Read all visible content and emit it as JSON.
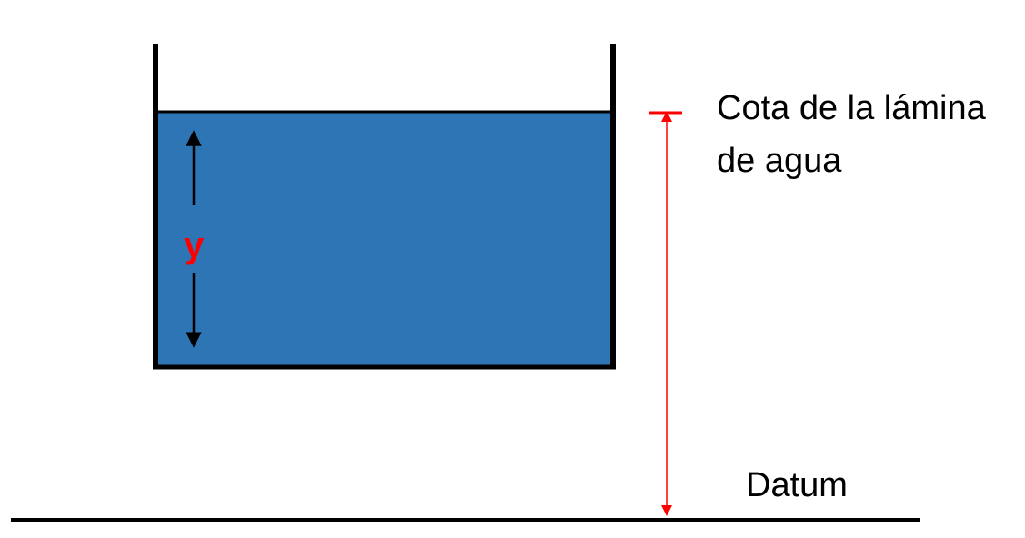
{
  "labels": {
    "water_level_line1": "Cota de la lámina",
    "water_level_line2": "de agua",
    "datum": "Datum",
    "depth_symbol": "y"
  },
  "colors": {
    "water": "#2E75B6",
    "wall": "#000000",
    "elevation_marker": "#FF0000",
    "depth_symbol": "#FF0000",
    "background": "#FFFFFF"
  }
}
